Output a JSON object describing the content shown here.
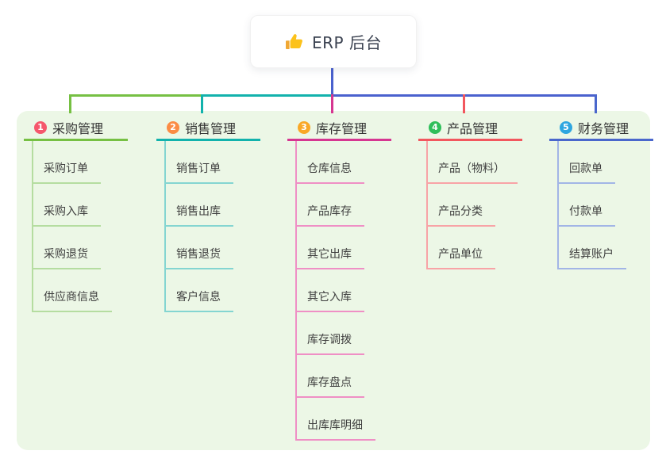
{
  "root": {
    "title": "ERP 后台",
    "icon": "thumbs-up-icon"
  },
  "colors": {
    "page_bg": "#ffffff",
    "panel_bg": "#ecf7e6",
    "root_connector": "#4a61ce",
    "root_card_bg": "#ffffff",
    "root_title_text": "#3b4251",
    "heading_text": "#333333",
    "item_text": "#3f3f3f",
    "badge_number_text": "#ffffff",
    "thumb_yellow": "#fcc21b"
  },
  "branches": [
    {
      "number": "1",
      "label": "采购管理",
      "badge_color": "#f5576c",
      "line_color": "#76c043",
      "child_line_color": "#b5dda0",
      "children": [
        "采购订单",
        "采购入库",
        "采购退货",
        "供应商信息"
      ]
    },
    {
      "number": "2",
      "label": "销售管理",
      "badge_color": "#fb8c44",
      "line_color": "#12b2ac",
      "child_line_color": "#84d5d1",
      "children": [
        "销售订单",
        "销售出库",
        "销售退货",
        "客户信息"
      ]
    },
    {
      "number": "3",
      "label": "库存管理",
      "badge_color": "#f9a826",
      "line_color": "#d63691",
      "child_line_color": "#ef8fc5",
      "children": [
        "仓库信息",
        "产品库存",
        "其它出库",
        "其它入库",
        "库存调拨",
        "库存盘点",
        "出库库明细"
      ]
    },
    {
      "number": "4",
      "label": "产品管理",
      "badge_color": "#2fbf5a",
      "line_color": "#f2575e",
      "child_line_color": "#f8a3a6",
      "children": [
        "产品（物料）",
        "产品分类",
        "产品单位"
      ]
    },
    {
      "number": "5",
      "label": "财务管理",
      "badge_color": "#2ea6e0",
      "line_color": "#4a67cc",
      "child_line_color": "#a2b5e6",
      "children": [
        "回款单",
        "付款单",
        "结算账户"
      ]
    }
  ]
}
